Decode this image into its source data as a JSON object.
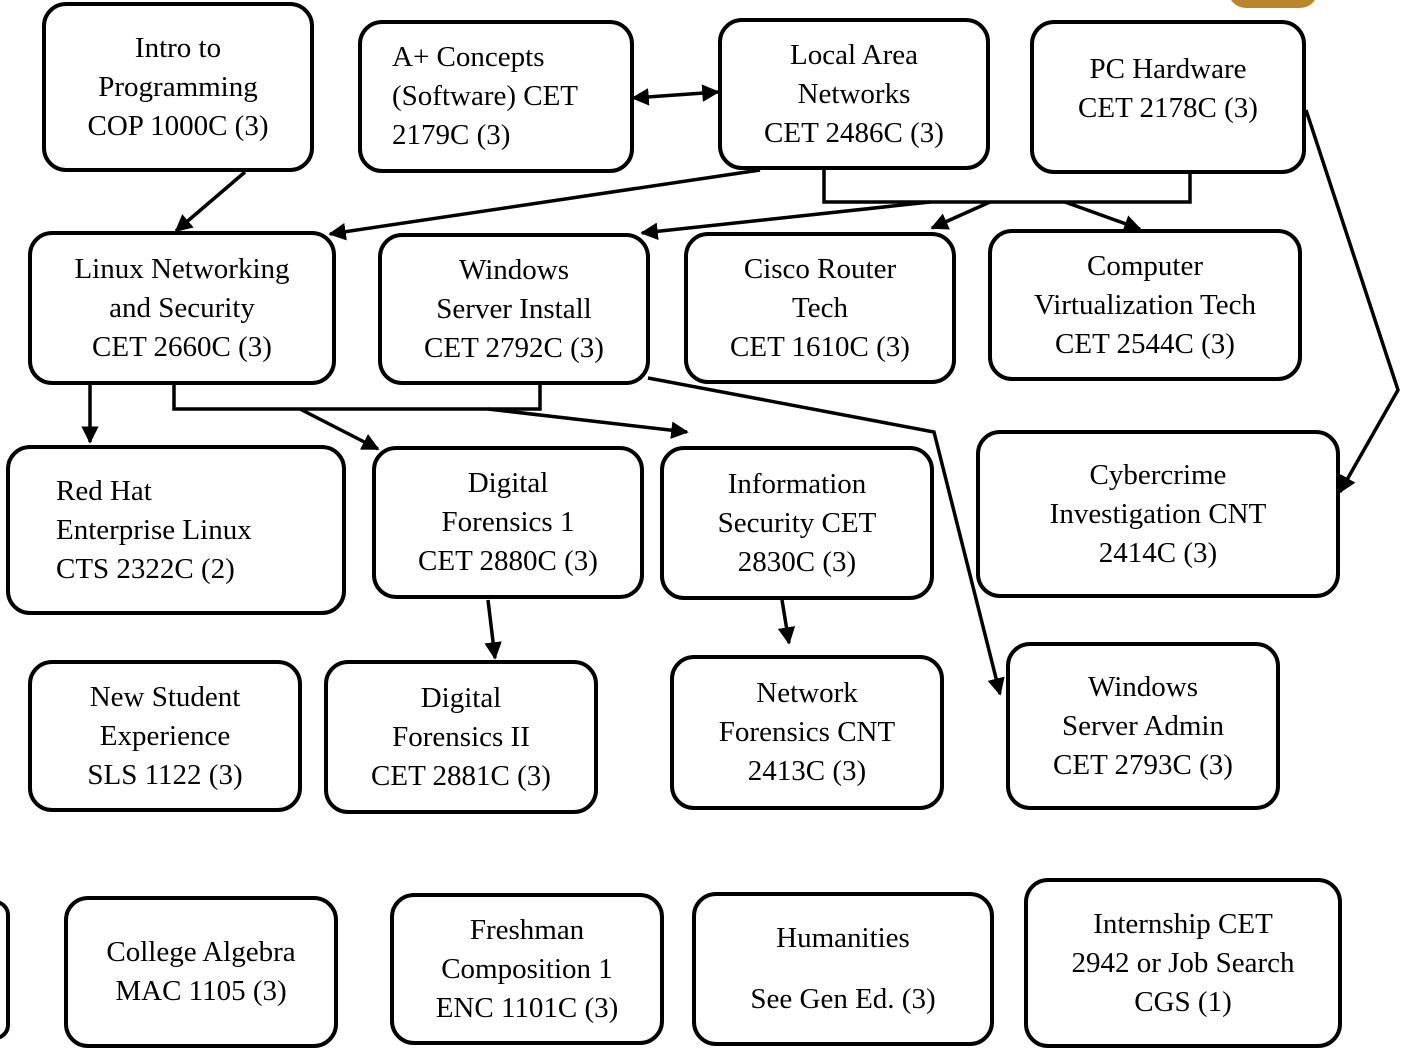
{
  "colors": {
    "stroke": "#000000",
    "background": "#ffffff",
    "logo": "#b8862d"
  },
  "courses": {
    "intro_programming": [
      "Intro to",
      "Programming",
      "COP 1000C (3)"
    ],
    "a_plus": [
      "A+ Concepts",
      "(Software) CET",
      "2179C (3)"
    ],
    "lan": [
      "Local Area",
      "Networks",
      "CET 2486C (3)"
    ],
    "pc_hardware": [
      "PC Hardware",
      "CET 2178C (3)"
    ],
    "linux_net_sec": [
      "Linux Networking",
      "and Security",
      "CET 2660C (3)"
    ],
    "win_server_install": [
      "Windows",
      "Server Install",
      "CET 2792C (3)"
    ],
    "cisco_router": [
      "Cisco Router",
      "Tech",
      "CET 1610C (3)"
    ],
    "virtualization": [
      "Computer",
      "Virtualization Tech",
      "CET 2544C (3)"
    ],
    "red_hat": [
      "Red Hat",
      "Enterprise Linux",
      "CTS 2322C (2)"
    ],
    "digital_forensics_1": [
      "Digital",
      "Forensics 1",
      "CET 2880C (3)"
    ],
    "info_security": [
      "Information",
      "Security CET",
      "2830C (3)"
    ],
    "cybercrime": [
      "Cybercrime",
      "Investigation CNT",
      "2414C (3)"
    ],
    "new_student": [
      "New Student",
      "Experience",
      "SLS 1122 (3)"
    ],
    "digital_forensics_2": [
      "Digital",
      "Forensics II",
      "CET 2881C (3)"
    ],
    "network_forensics": [
      "Network",
      "Forensics CNT",
      "2413C (3)"
    ],
    "win_server_admin": [
      "Windows",
      "Server Admin",
      "CET 2793C (3)"
    ],
    "college_algebra": [
      "College Algebra",
      "MAC 1105 (3)"
    ],
    "freshman_comp": [
      "Freshman",
      "Composition 1",
      "ENC 1101C (3)"
    ],
    "humanities": [
      "Humanities",
      "See Gen Ed. (3)"
    ],
    "internship": [
      "Internship CET",
      "2942 or Job Search",
      "CGS (1)"
    ]
  }
}
